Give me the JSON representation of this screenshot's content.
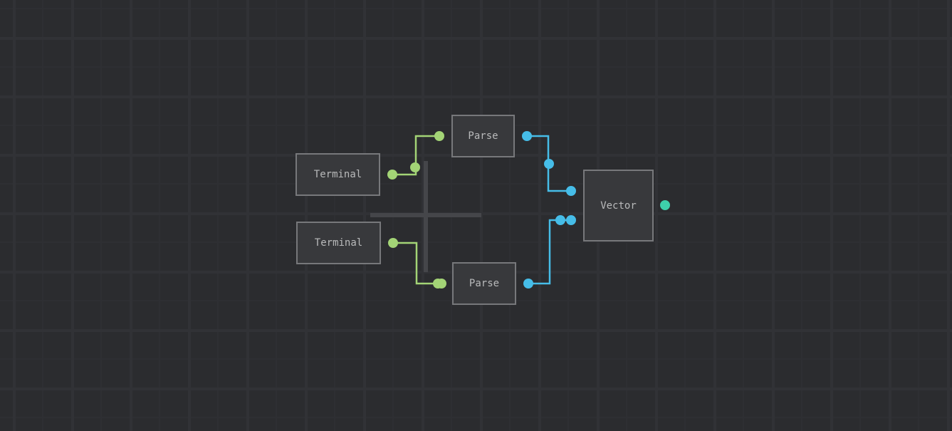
{
  "nodes": {
    "terminal_1": {
      "label": "Terminal"
    },
    "terminal_2": {
      "label": "Terminal"
    },
    "parse_1": {
      "label": "Parse"
    },
    "parse_2": {
      "label": "Parse"
    },
    "vector": {
      "label": "Vector"
    }
  },
  "colors": {
    "background": "#2b2c2f",
    "grid_line": "#313236",
    "node_fill": "#38393c",
    "node_border": "#77787b",
    "node_text": "#b9babb",
    "wire_text": "#a3d476",
    "wire_value": "#46bde8",
    "output_port": "#3ecfab",
    "crosshair": "#45464a"
  }
}
